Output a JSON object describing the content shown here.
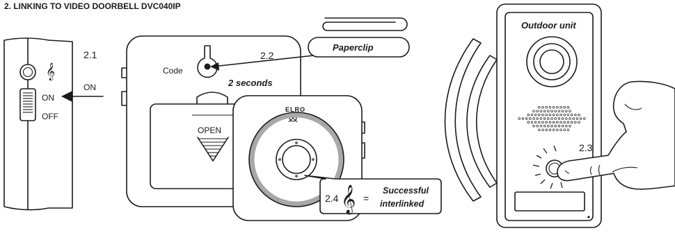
{
  "title": "2. LINKING TO VIDEO DOORBELL DVC040IP",
  "steps": {
    "s21": "2.1",
    "s22": "2.2",
    "s23": "2.3",
    "s24": "2.4"
  },
  "switch_panel": {
    "on_label": "ON",
    "off_label": "OFF",
    "arrow_label": "ON"
  },
  "chime_back": {
    "code_label": "Code",
    "open_label": "OPEN",
    "duration_label": "2 seconds"
  },
  "paperclip_label": "Paperclip",
  "chime_front": {
    "brand": "ELRO"
  },
  "outdoor_unit": {
    "title": "Outdoor unit"
  },
  "result": {
    "equals": "=",
    "line1": "Successful",
    "line2": "interlinked"
  },
  "icons": [
    "treble-clef-icon",
    "keyhole-icon",
    "paperclip-icon",
    "arrow-icon",
    "signal-waves-icon",
    "hand-icon"
  ],
  "colors": {
    "line": "#1a1a1a",
    "ring": "#a8a8a8",
    "background": "#ffffff"
  }
}
